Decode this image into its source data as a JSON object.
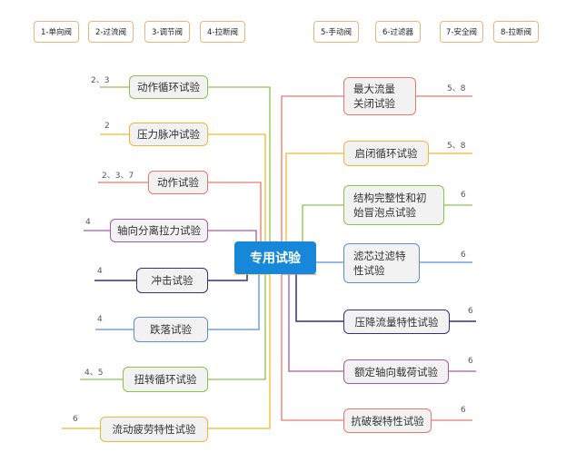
{
  "legend": [
    "1-单向阀",
    "2-过流阀",
    "3-调节阀",
    "4-拉断阀",
    "5-手动阀",
    "6-过滤器",
    "7-安全阀",
    "8-拉断阀"
  ],
  "center": "专用试验",
  "left_tests": [
    {
      "label": "动作循环试验",
      "num": "2、3",
      "color": "#8bc34a"
    },
    {
      "label": "压力脉冲试验",
      "num": "2",
      "color": "#f5b731"
    },
    {
      "label": "动作试验",
      "num": "2、3、7",
      "color": "#e8796b"
    },
    {
      "label": "轴向分离拉力试验",
      "num": "4",
      "color": "#a35ba6"
    },
    {
      "label": "冲击试验",
      "num": "4",
      "color": "#3b2e7a"
    },
    {
      "label": "跌落试验",
      "num": "4",
      "color": "#5b8fd6"
    },
    {
      "label": "扭转循环试验",
      "num": "4、5",
      "color": "#8bc34a"
    },
    {
      "label": "流动疲劳特性试验",
      "num": "6",
      "color": "#f5b731"
    }
  ],
  "right_tests": [
    {
      "label": "最大流量\n关闭试验",
      "num": "5、8",
      "color": "#e8796b"
    },
    {
      "label": "启闭循环试验",
      "num": "5、8",
      "color": "#f5b731"
    },
    {
      "label": "结构完整性和初\n始冒泡点试验",
      "num": "6",
      "color": "#8bc34a"
    },
    {
      "label": "滤芯过滤特\n性试验",
      "num": "6",
      "color": "#5b8fd6"
    },
    {
      "label": "压降流量特性试验",
      "num": "6",
      "color": "#3b2e7a"
    },
    {
      "label": "额定轴向载荷试验",
      "num": "6",
      "color": "#a35ba6"
    },
    {
      "label": "抗破裂特性试验",
      "num": "6",
      "color": "#e8796b"
    }
  ]
}
